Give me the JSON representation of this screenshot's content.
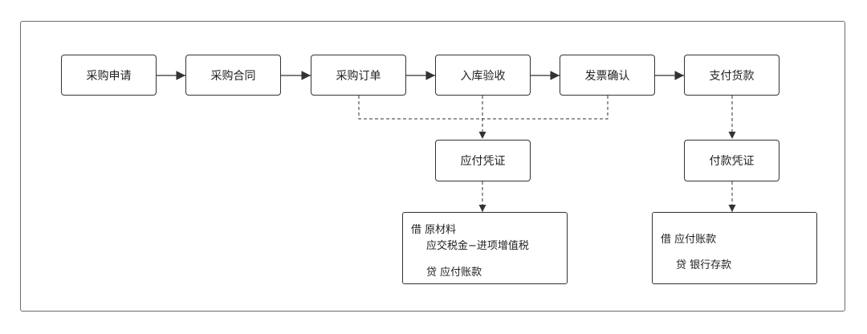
{
  "flow": {
    "steps": [
      "采购申请",
      "采购合同",
      "采购订单",
      "入库验收",
      "发票确认",
      "支付货款"
    ]
  },
  "vouchers": {
    "payable": "应付凭证",
    "payment": "付款凭证"
  },
  "entries": {
    "payable": {
      "debit_line1": "借 原材料",
      "debit_line2": "应交税金−进项增值税",
      "credit_line": "贷 应付账款"
    },
    "payment": {
      "debit_line": "借 应付账款",
      "credit_line": "贷 银行存款"
    }
  },
  "colors": {
    "border": "#333333",
    "frame": "#6b6b6b",
    "arrow": "#333333"
  }
}
